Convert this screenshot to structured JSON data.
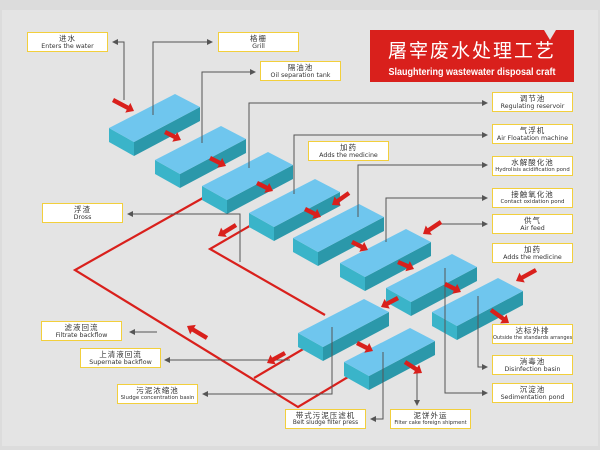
{
  "title": {
    "cn": "屠宰废水处理工艺",
    "en": "Slaughtering wastewater disposal craft"
  },
  "colors": {
    "flow_red": "#d9201c",
    "tank_top": "#6fc6ee",
    "tank_front": "#3ab4c9",
    "tank_side": "#2b98aa",
    "label_border": "#f2cf3c",
    "connector": "#555555"
  },
  "labels": {
    "enters_water": {
      "cn": "进水",
      "en": "Enters the water"
    },
    "grill": {
      "cn": "格栅",
      "en": "Grill"
    },
    "oil_separation": {
      "cn": "隔油池",
      "en": "Oil separation tank"
    },
    "regulating": {
      "cn": "调节池",
      "en": "Regulating reservoir"
    },
    "air_flotation": {
      "cn": "气浮机",
      "en": "Air Floatation machine"
    },
    "medicine_1": {
      "cn": "加药",
      "en": "Adds the medicine"
    },
    "hydrolysis": {
      "cn": "水解酸化池",
      "en": "Hydrolisis acidification pond"
    },
    "contact_oxidation": {
      "cn": "接触氧化池",
      "en": "Contact oxidation pond"
    },
    "dross": {
      "cn": "浮渣",
      "en": "Dross"
    },
    "air_feed": {
      "cn": "供气",
      "en": "Air feed"
    },
    "medicine_2": {
      "cn": "加药",
      "en": "Adds the medicine"
    },
    "discharge": {
      "cn": "达标外排",
      "en": "Outside the standards arranges"
    },
    "filtrate": {
      "cn": "滤液回流",
      "en": "Filtrate backflow"
    },
    "supernate": {
      "cn": "上清液回流",
      "en": "Supernate backflow"
    },
    "disinfection": {
      "cn": "消毒池",
      "en": "Disinfection basin"
    },
    "sludge_concentration": {
      "cn": "污泥浓缩池",
      "en": "Sludge concentration basin"
    },
    "sedimentation": {
      "cn": "沉淀池",
      "en": "Sedimentation pond"
    },
    "belt_press": {
      "cn": "带式污泥压滤机",
      "en": "Belt sludge filter press"
    },
    "filter_cake": {
      "cn": "泥饼外运",
      "en": "Filter cake foreign shipment"
    }
  }
}
